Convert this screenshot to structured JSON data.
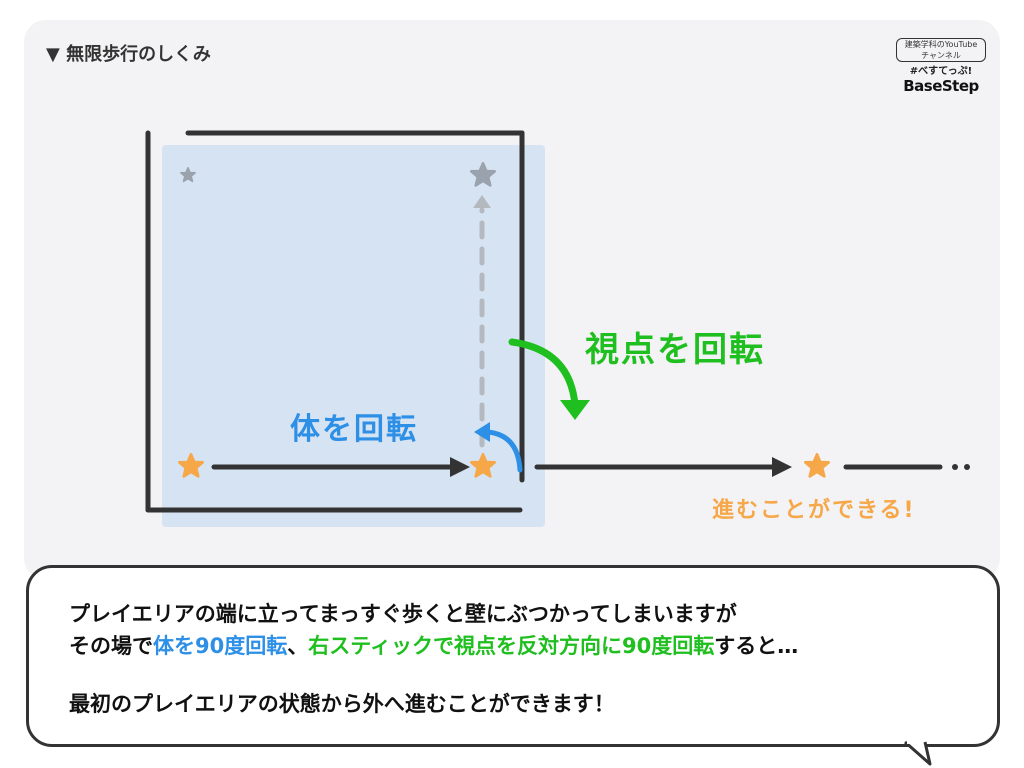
{
  "title": "▼ 無限歩行のしくみ",
  "logo": {
    "sub": "建築学科のYouTubeチャンネル",
    "tag": "#べすてっぷ!",
    "name": "BaseStep"
  },
  "labels": {
    "rotate_view": "視点を回転",
    "rotate_body": "体を回転",
    "can_advance": "進むことができる!"
  },
  "colors": {
    "blue": "#2d8fe6",
    "green": "#1fbf1f",
    "orange": "#f6a748",
    "area": "#d6e3f2"
  },
  "caption": {
    "line1": "プレイエリアの端に立ってまっすぐ歩くと壁にぶつかってしまいますが",
    "line2_a": "その場で",
    "line2_b": "体を90度回転",
    "line2_c": "、",
    "line2_d": "右スティックで視点を反対方向に90度回転",
    "line2_e": "すると…",
    "line3": "最初のプレイエリアの状態から外へ進むことができます！"
  }
}
